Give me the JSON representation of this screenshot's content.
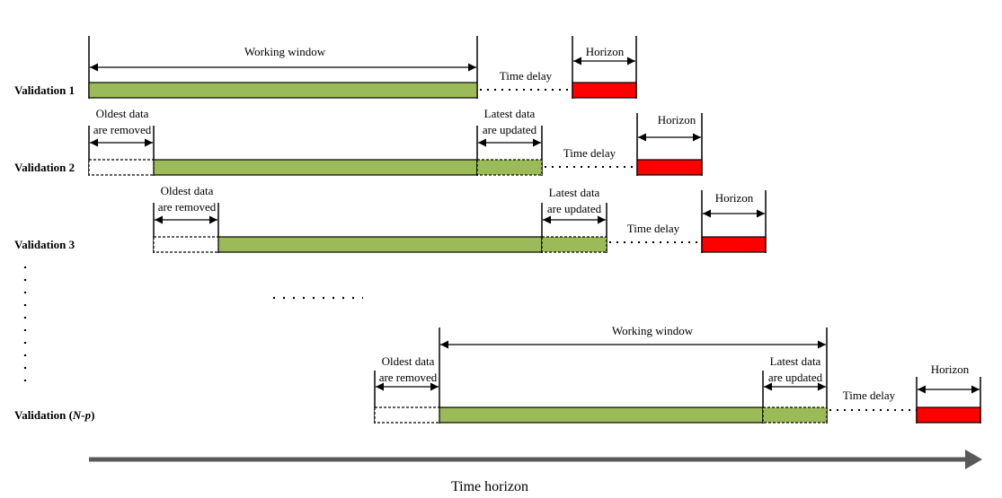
{
  "rows": [
    {
      "label": "Validation 1",
      "working_window_label": "Working window",
      "time_delay_label": "Time delay",
      "horizon_label": "Horizon"
    },
    {
      "label": "Validation 2",
      "oldest_label": [
        "Oldest data",
        "are removed"
      ],
      "latest_label": [
        "Latest data",
        "are updated"
      ],
      "time_delay_label": "Time delay",
      "horizon_label": "Horizon"
    },
    {
      "label": "Validation 3",
      "oldest_label": [
        "Oldest data",
        "are removed"
      ],
      "latest_label": [
        "Latest data",
        "are updated"
      ],
      "time_delay_label": "Time delay",
      "horizon_label": "Horizon"
    },
    {
      "label_prefix": "Validation (",
      "label_var": "N-p",
      "label_suffix": ")",
      "working_window_label": "Working window",
      "oldest_label": [
        "Oldest data",
        "are removed"
      ],
      "latest_label": [
        "Latest data",
        "are updated"
      ],
      "time_delay_label": "Time delay",
      "horizon_label": "Horizon"
    }
  ],
  "axis_label": "Time horizon",
  "colors": {
    "working_window": "#9bbb59",
    "horizon": "#ff0000",
    "axis_arrow": "#595959",
    "line": "#000000"
  }
}
